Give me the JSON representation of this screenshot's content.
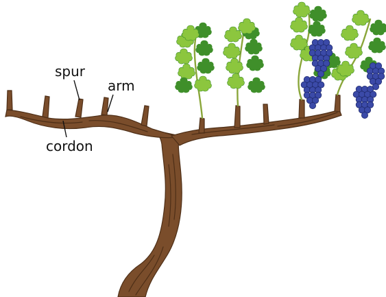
{
  "labels": {
    "spur": "spur",
    "arm": "arm",
    "cordon": "cordon"
  },
  "colors": {
    "wood": "#7a4d2b",
    "wood_dark": "#4e2f17",
    "wood_light": "#a8774e",
    "leaf_light": "#8cc63e",
    "leaf_dark": "#3f8f2a",
    "stem": "#8aa63a",
    "grape": "#3b4aa8",
    "grape_dark": "#1f2a6e",
    "label_line": "#111111"
  },
  "icons": [
    "grapevine-trunk",
    "grape-leaf",
    "grape-cluster"
  ]
}
